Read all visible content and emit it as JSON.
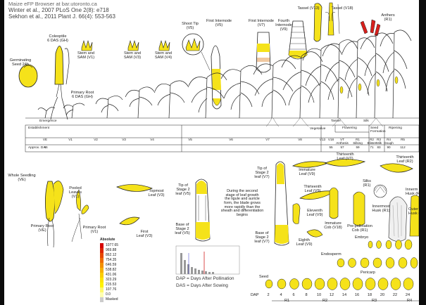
{
  "header": {
    "title_line": "Maize eFP Browser at bar.utoronto.ca",
    "citation_1": "Winter et al., 2007 PLoS One 2(8): e718",
    "citation_2": "Sekhon et al., 2011 Plant J. 66(4): 553-563"
  },
  "top_labels": {
    "germinating": "Germinating\nSeed 24h",
    "coleoptile": "Coleoptile\n6 DAS (GH)",
    "stem_v1": "Stem and\nSAM (V1)",
    "stem_v3": "Stem and\nSAM (V3)",
    "stem_v4": "Stem and\nSAM (V4)",
    "shoot_tip": "Shoot Tip\n(V5)",
    "first_internode": "First Internode\n(V5)",
    "first_internode_v7": "First Internode\n(V7)",
    "fourth_internode": "Fourth\nInternode\n(V9)",
    "tassel_v13": "Tassel (V13)",
    "tassel_v18": "Tassel (V18)",
    "anthers": "Anthers\n(R1)",
    "primary_root_gh": "Primary Root\n6 DAS (GH)"
  },
  "timeline": {
    "emergence": "Emergence",
    "establishment": "Establishment",
    "vegetative": "Vegetative",
    "flowering": "Flowering",
    "seed_formation": "Seed\nFormation",
    "ripening": "Ripening",
    "tassel": "Tassel",
    "silk": "Silk",
    "approx_das": "Approx. DAS",
    "stages": [
      "VE",
      "V1",
      "V2",
      "V3",
      "V4",
      "V5",
      "V6",
      "V7",
      "V8",
      "V13",
      "V18",
      "VT\nAnthesis",
      "R1\nSilking",
      "R2\nBlister",
      "R3\nMilk",
      "R4\nDough",
      "R5"
    ],
    "das_values": [
      "6",
      "",
      "",
      "",
      "",
      "",
      "",
      "",
      "",
      "",
      "55",
      "57",
      "59",
      "71",
      "83",
      "90",
      "112"
    ]
  },
  "bottom_labels": {
    "whole_seedling": "Whole Seedling\n(VE)",
    "pooled_leaves": "Pooled\nLeaves\n(V1)",
    "primary_root_ve": "Primary Root\n(VE)",
    "primary_root_v1": "Primary Root\n(V1)",
    "topmost_leaf": "Topmost\nLeaf (V3)",
    "first_leaf": "First\nLeaf (V3)",
    "tip_stage2_v5": "Tip of\nStage 2\nleaf (V5)",
    "base_stage2_v5": "Base of\nStage 2\nleaf (V5)",
    "paragraph": "During the second\nstage of leaf growth\nthe ligule and auricle\nform, the blade grows\nmore rapidly than the\nsheath and differentiation\nbegins",
    "tip_stage2_v7": "Tip of\nStage 2\nleaf (V7)",
    "base_stage2_v7": "Base of\nStage 2\nleaf (V7)",
    "immature_leaf": "Immature\nLeaf (V9)",
    "thirteenth_v9": "Thirteenth\nLeaf (V9)",
    "eleventh": "Eleventh\nLeaf (V9)",
    "eighth": "Eighth\nLeaf (V9)",
    "thirteenth_vt": "Thirteenth\nLeaf (VT)",
    "thirteenth_r2": "Thirteenth\nLeaf (R2)",
    "silks": "Silks\n(R1)",
    "immature_cob": "Immature\nCob (V18)",
    "pre_pollination_cob": "Pre-pollination\nCob (R1)",
    "innermost_husk": "Innermost\nHusk (R1)",
    "innermost_husk_right": "Innerm\nHusk (R",
    "outer_husk": "Outer\nHusk (R",
    "embryo": "Embryo",
    "endosperm": "Endosperm",
    "pericarp": "Pericarp",
    "seed": "Seed",
    "dap_label": "DAP",
    "dap_values": [
      "2",
      "4",
      "6",
      "8",
      "10",
      "12",
      "14",
      "16",
      "18",
      "20",
      "22",
      "24"
    ],
    "r_labels": [
      "R1",
      "R2",
      "R3",
      "R4"
    ],
    "dap_def": "DAP = Days After Pollination",
    "das_def": "DAS = Days After Sowing"
  },
  "legend": {
    "title": "Absolute",
    "values": [
      "1077.65",
      "969.88",
      "862.12",
      "754.35",
      "646.59",
      "538.82",
      "431.06",
      "323.29",
      "215.53",
      "107.76",
      "0.0",
      "Masked"
    ],
    "colors": [
      "#d40000",
      "#dd2400",
      "#e64800",
      "#ee6c00",
      "#f39000",
      "#f7b000",
      "#fbcd00",
      "#fde400",
      "#fff200",
      "#fff86a",
      "#ffffb0",
      "#cccccc"
    ]
  },
  "colors": {
    "tissue_yellow": "#f5e21a",
    "tissue_red": "#d8201c",
    "outline": "#222222"
  }
}
